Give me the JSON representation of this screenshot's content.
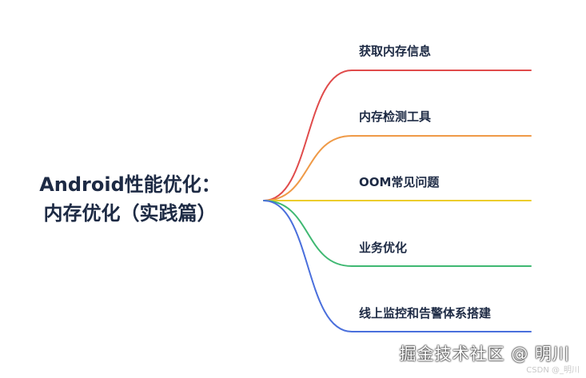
{
  "root": {
    "title_line1": "Android性能优化：",
    "title_line2": "内存优化（实践篇）"
  },
  "branches": [
    {
      "label": "获取内存信息",
      "color": "#e04b4b"
    },
    {
      "label": "内存检测工具",
      "color": "#ef9a47"
    },
    {
      "label": "OOM常见问题",
      "color": "#eccd2c"
    },
    {
      "label": "业务优化",
      "color": "#3fb872"
    },
    {
      "label": "线上监控和告警体系搭建",
      "color": "#4a6fdc"
    }
  ],
  "watermark": {
    "main": "掘金技术社区 @ 明川",
    "sub": "CSDN @_明川"
  }
}
